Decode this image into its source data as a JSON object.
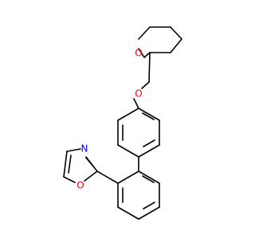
{
  "colors": {
    "background": "#ffffff",
    "bond": "#000000",
    "oxygen": "#ff0000",
    "nitrogen": "#0000ff"
  },
  "atoms": {
    "o_pyran": {
      "label": "O",
      "color": "#ff0000"
    },
    "o_ether": {
      "label": "O",
      "color": "#ff0000"
    },
    "n_oxazole": {
      "label": "N",
      "color": "#0000ff"
    },
    "o_oxazole": {
      "label": "O",
      "color": "#ff0000"
    }
  }
}
